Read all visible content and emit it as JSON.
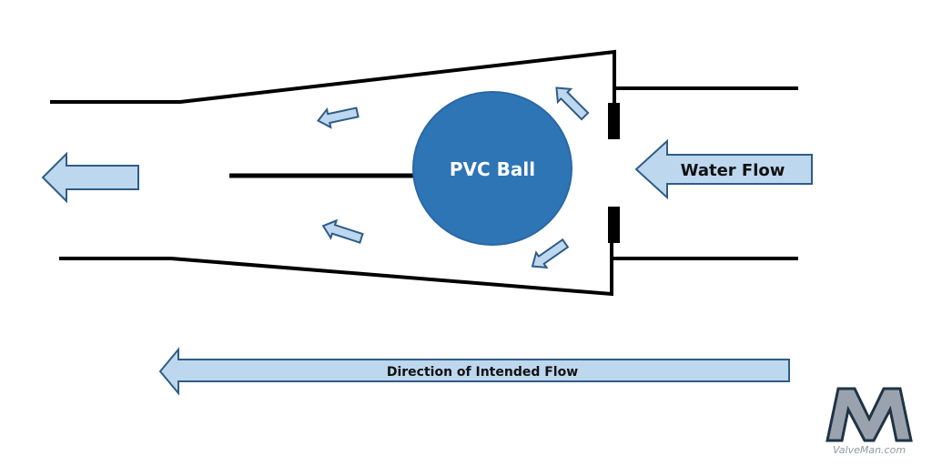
{
  "diagram": {
    "ball_label": "PVC Ball",
    "water_flow_label": "Water Flow",
    "intended_flow_label": "Direction of Intended Flow",
    "logo_text": "ValveMan.com",
    "colors": {
      "ball": "#2e75b6",
      "arrow_fill": "#bdd7ee",
      "arrow_stroke": "#2f5c86",
      "line": "#000000",
      "logo_fill": "#9aa3ad",
      "logo_stroke": "#1f3345",
      "logo_text": "#8f99a3"
    }
  }
}
